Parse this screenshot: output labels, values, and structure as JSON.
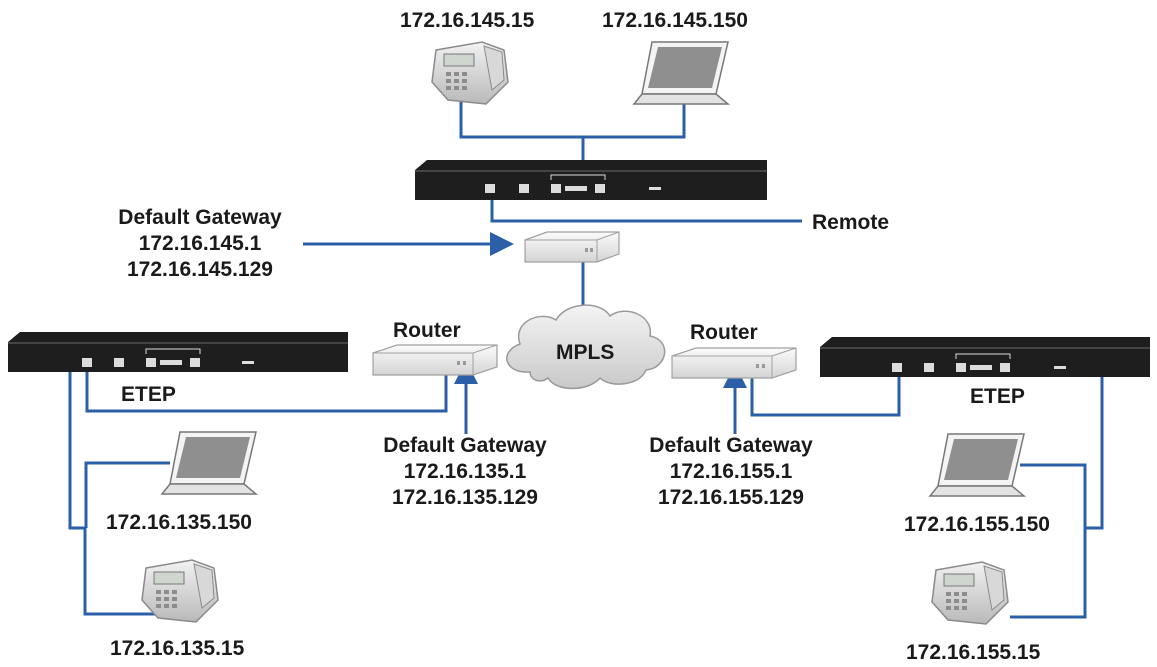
{
  "remote_site": {
    "phone_ip": "172.16.145.15",
    "laptop_ip": "172.16.145.150",
    "device_label": "Remote",
    "gateway": {
      "title": "Default Gateway",
      "ip1": "172.16.145.1",
      "ip2": "172.16.145.129"
    }
  },
  "cloud_label": "MPLS",
  "left_site": {
    "device_label": "ETEP",
    "router_label": "Router",
    "laptop_ip": "172.16.135.150",
    "phone_ip": "172.16.135.15",
    "gateway": {
      "title": "Default Gateway",
      "ip1": "172.16.135.1",
      "ip2": "172.16.135.129"
    }
  },
  "right_site": {
    "device_label": "ETEP",
    "router_label": "Router",
    "laptop_ip": "172.16.155.150",
    "phone_ip": "172.16.155.15",
    "gateway": {
      "title": "Default Gateway",
      "ip1": "172.16.155.1",
      "ip2": "172.16.155.129"
    }
  },
  "colors": {
    "link": "#2b5fa8",
    "device": "#1e1e1e",
    "text": "#1a1a1a"
  }
}
